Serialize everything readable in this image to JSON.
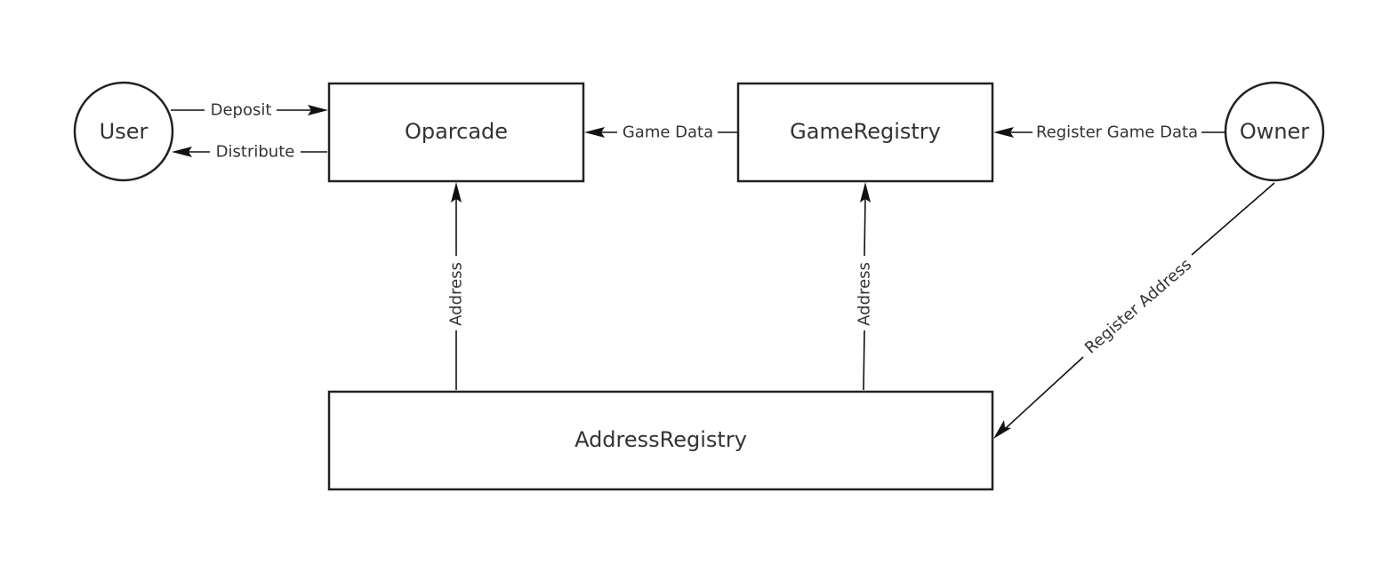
{
  "nodes": {
    "user": "User",
    "owner": "Owner",
    "oparcade": "Oparcade",
    "game_registry": "GameRegistry",
    "address_registry": "AddressRegistry"
  },
  "edges": {
    "deposit": "Deposit",
    "distribute": "Distribute",
    "game_data": "Game Data",
    "register_game_data": "Register Game Data",
    "address_oparcade": "Address",
    "address_game_registry": "Address",
    "register_address": "Register Address"
  }
}
